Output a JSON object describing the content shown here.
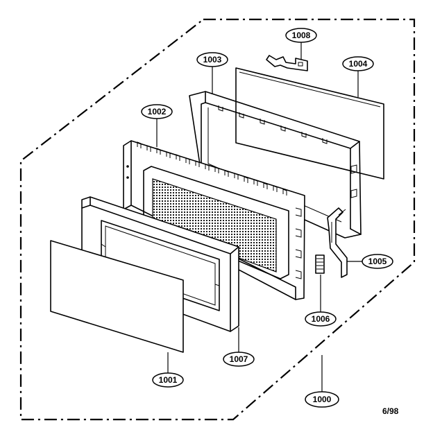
{
  "diagram": {
    "parts": [
      {
        "id": "1000",
        "label": "1000"
      },
      {
        "id": "1001",
        "label": "1001"
      },
      {
        "id": "1002",
        "label": "1002"
      },
      {
        "id": "1003",
        "label": "1003"
      },
      {
        "id": "1004",
        "label": "1004"
      },
      {
        "id": "1005",
        "label": "1005"
      },
      {
        "id": "1006",
        "label": "1006"
      },
      {
        "id": "1007",
        "label": "1007"
      },
      {
        "id": "1008",
        "label": "1008"
      }
    ],
    "date_stamp": "6/98"
  }
}
